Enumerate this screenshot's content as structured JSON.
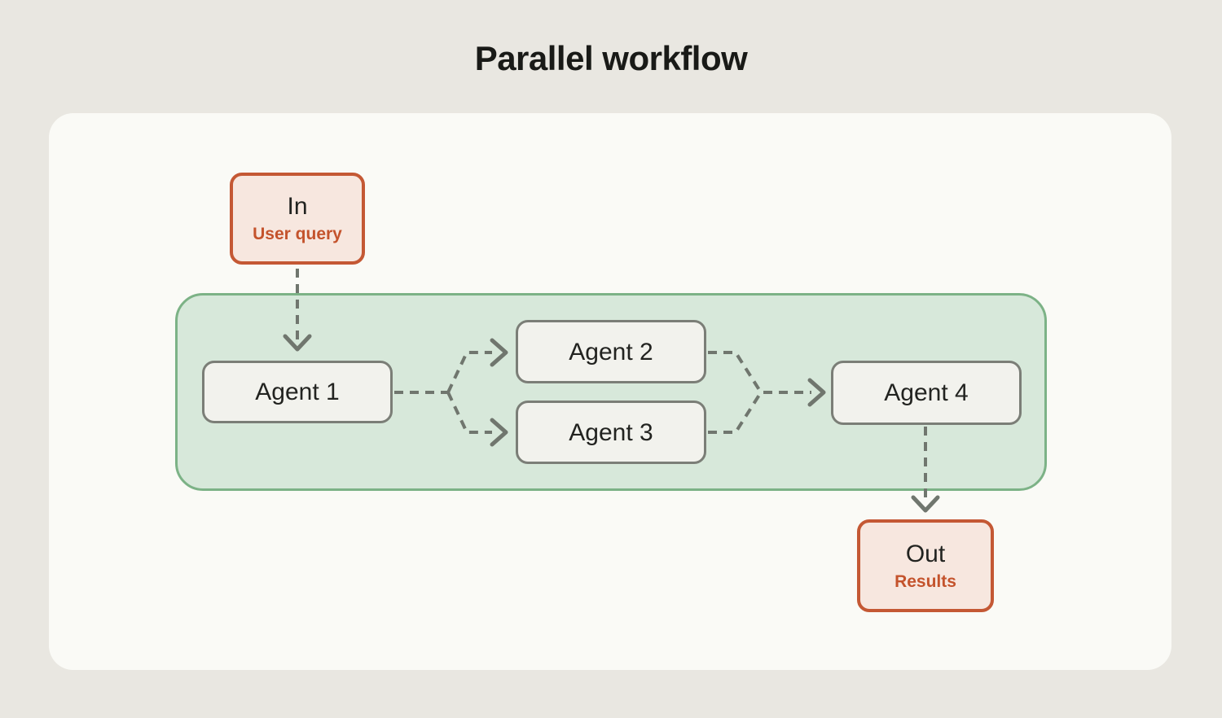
{
  "title": "Parallel workflow",
  "nodes": {
    "in": {
      "label": "In",
      "sublabel": "User query"
    },
    "agent1": {
      "label": "Agent 1"
    },
    "agent2": {
      "label": "Agent 2"
    },
    "agent3": {
      "label": "Agent 3"
    },
    "agent4": {
      "label": "Agent 4"
    },
    "out": {
      "label": "Out",
      "sublabel": "Results"
    }
  },
  "colors": {
    "page_bg": "#e9e7e1",
    "panel_bg": "#fafaf6",
    "title_color": "#191a17",
    "group_fill": "#d7e8da",
    "group_border": "#7cb286",
    "node_fill": "#f2f2ed",
    "node_border": "#7b7e77",
    "accent_fill": "#f7e7df",
    "accent_border": "#c45834",
    "accent_text": "#c4532c",
    "text_dark": "#222320",
    "connector": "#70766e"
  }
}
